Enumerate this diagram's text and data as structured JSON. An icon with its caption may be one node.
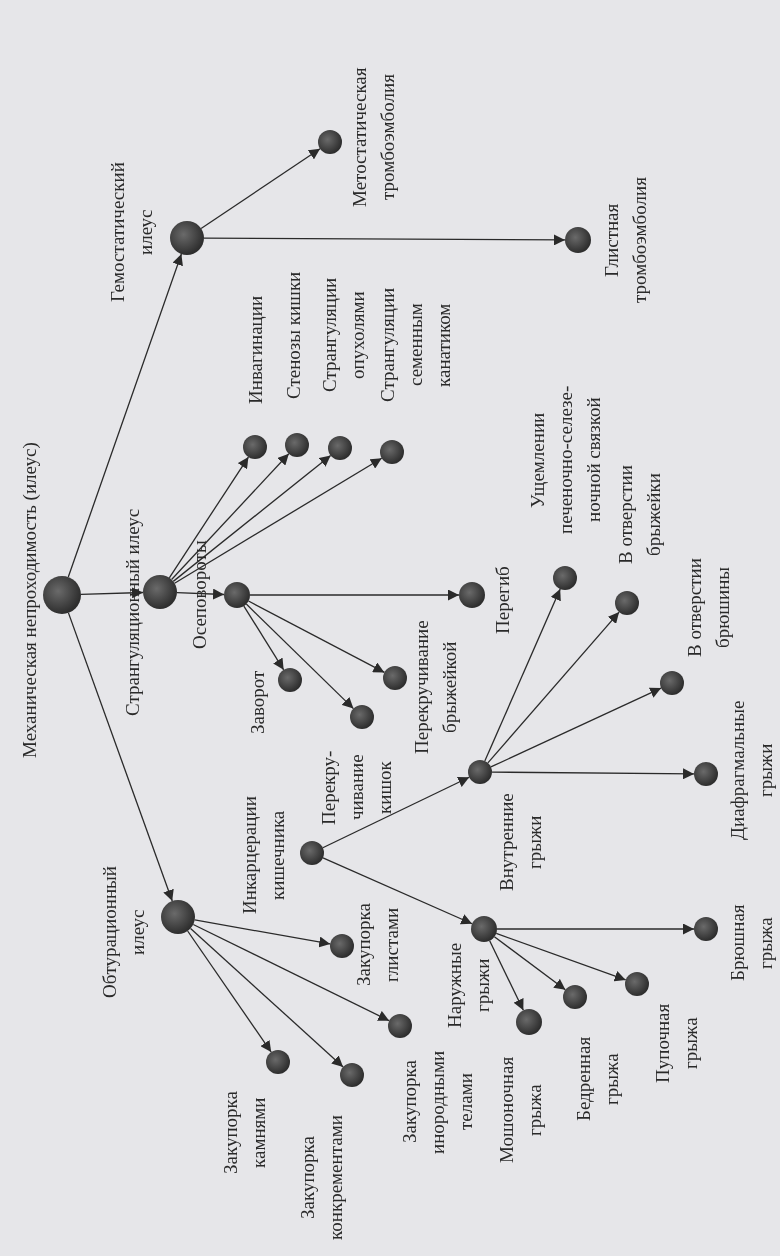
{
  "diagram": {
    "nodes": [
      {
        "text": [],
        "shape": "circle",
        "beside": [
          "Механическая непроходимость (илеус)"
        ]
      },
      {
        "text": [],
        "shape": "circle",
        "beside": [
          "Странгуляционный илеус"
        ]
      },
      {
        "text": [],
        "shape": "circle",
        "beside": [
          "Гемостатический илеус"
        ]
      },
      {
        "text": [],
        "shape": "circle",
        "beside": [
          "Обтурационный илеус"
        ]
      },
      {
        "text": [],
        "shape": "circle",
        "beside": [
          "Метостатическая тромбоэмболия"
        ]
      },
      {
        "text": [],
        "shape": "circle",
        "beside": [
          "Глистная тромбоэмболия"
        ]
      },
      {
        "text": [],
        "shape": "circle",
        "beside": [
          "Осеповороты"
        ]
      },
      {
        "text": [],
        "shape": "circle",
        "beside": [
          "Инвагинации"
        ]
      },
      {
        "text": [],
        "shape": "circle",
        "beside": [
          "Стенозы кишки"
        ]
      },
      {
        "text": [],
        "shape": "circle",
        "beside": [
          "Странгуляции опухолями"
        ]
      },
      {
        "text": [],
        "shape": "circle",
        "beside": [
          "Странгуляции семенным канатиком"
        ]
      },
      {
        "text": [],
        "shape": "circle",
        "beside": [
          "Заворот"
        ]
      },
      {
        "text": [],
        "shape": "circle",
        "beside": [
          "Перекру- чивание кишок"
        ]
      },
      {
        "text": [],
        "shape": "circle",
        "beside": [
          "Перекручивание брыжейкой"
        ]
      },
      {
        "text": [],
        "shape": "circle",
        "beside": [
          "Перегиб"
        ]
      },
      {
        "text": [],
        "shape": "circle",
        "beside": [
          "Инкарцерации кишечника"
        ]
      },
      {
        "text": [],
        "shape": "circle",
        "beside": [
          "Внутренние грыжи"
        ]
      },
      {
        "text": [],
        "shape": "circle",
        "beside": [
          "Наружные грыжи"
        ]
      },
      {
        "text": [],
        "shape": "circle",
        "beside": [
          "Ущемлении печеночно-селезе- ночной связкой"
        ]
      },
      {
        "text": [],
        "shape": "circle",
        "beside": [
          "В отверстии брыжейки"
        ]
      },
      {
        "text": [],
        "shape": "circle",
        "beside": [
          "В отверстии брюшины"
        ]
      },
      {
        "text": [],
        "shape": "circle",
        "beside": [
          "Диафрагмальные грыжи"
        ]
      },
      {
        "text": [],
        "shape": "circle",
        "beside": [
          "Мошоночная грыжа"
        ]
      },
      {
        "text": [],
        "shape": "circle",
        "beside": [
          "Бедренная грыжа"
        ]
      },
      {
        "text": [],
        "shape": "circle",
        "beside": [
          "Пупочная грыжа"
        ]
      },
      {
        "text": [],
        "shape": "circle",
        "beside": [
          "Брюшная грыжа"
        ]
      },
      {
        "text": [],
        "shape": "circle",
        "beside": [
          "Закупорка глистами"
        ]
      },
      {
        "text": [],
        "shape": "circle",
        "beside": [
          "Закупорка инородными телами"
        ]
      },
      {
        "text": [],
        "shape": "circle",
        "beside": [
          "Закупорка конкрементами"
        ]
      },
      {
        "text": [],
        "shape": "circle",
        "beside": [
          "Закупорка камнями"
        ]
      }
    ],
    "edges": [
      {
        "from": 0,
        "to": 2,
        "arrow": "to"
      },
      {
        "from": 0,
        "to": 1,
        "arrow": "to"
      },
      {
        "from": 0,
        "to": 3,
        "arrow": "to"
      },
      {
        "from": 2,
        "to": 4,
        "arrow": "to"
      },
      {
        "from": 2,
        "to": 5,
        "arrow": "to"
      },
      {
        "from": 1,
        "to": 6,
        "arrow": "to"
      },
      {
        "from": 1,
        "to": 7,
        "arrow": "to"
      },
      {
        "from": 1,
        "to": 8,
        "arrow": "to"
      },
      {
        "from": 1,
        "to": 9,
        "arrow": "to"
      },
      {
        "from": 1,
        "to": 10,
        "arrow": "to"
      },
      {
        "from": 6,
        "to": 11,
        "arrow": "to"
      },
      {
        "from": 6,
        "to": 12,
        "arrow": "to"
      },
      {
        "from": 6,
        "to": 13,
        "arrow": "to"
      },
      {
        "from": 6,
        "to": 14,
        "arrow": "to"
      },
      {
        "from": 15,
        "to": 16,
        "arrow": "to"
      },
      {
        "from": 15,
        "to": 17,
        "arrow": "to"
      },
      {
        "from": 16,
        "to": 18,
        "arrow": "to"
      },
      {
        "from": 16,
        "to": 19,
        "arrow": "to"
      },
      {
        "from": 16,
        "to": 20,
        "arrow": "to"
      },
      {
        "from": 16,
        "to": 21,
        "arrow": "to"
      },
      {
        "from": 17,
        "to": 22,
        "arrow": "to"
      },
      {
        "from": 17,
        "to": 23,
        "arrow": "to"
      },
      {
        "from": 17,
        "to": 24,
        "arrow": "to"
      },
      {
        "from": 17,
        "to": 25,
        "arrow": "to"
      },
      {
        "from": 3,
        "to": 26,
        "arrow": "to"
      },
      {
        "from": 3,
        "to": 27,
        "arrow": "to"
      },
      {
        "from": 3,
        "to": 28,
        "arrow": "to"
      },
      {
        "from": 3,
        "to": 29,
        "arrow": "to"
      }
    ]
  }
}
